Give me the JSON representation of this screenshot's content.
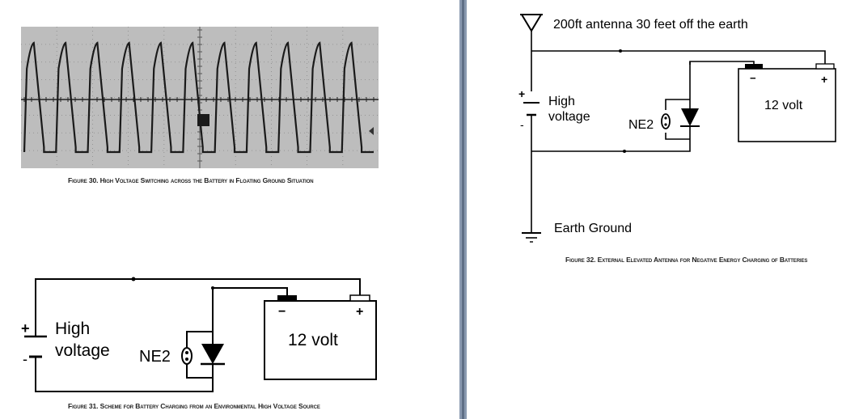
{
  "figure30": {
    "caption": "Figure 30. High Voltage Switching across the Battery in Floating Ground Situation",
    "cycles": 11
  },
  "figure31": {
    "caption": "Figure 31. Scheme for Battery Charging from an Environmental High Voltage Source",
    "source_label_line1": "High",
    "source_label_line2": "voltage",
    "plus_sign": "+",
    "minus_sign": "-",
    "ne2_label": "NE2",
    "battery_label": "12 volt",
    "battery_minus": "−",
    "battery_plus": "+"
  },
  "figure32": {
    "caption": "Figure 32. External Elevated Antenna for Negative Energy Charging of Batteries",
    "antenna_label": "200ft antenna 30 feet off the earth",
    "source_label_line1": "High",
    "source_label_line2": "voltage",
    "plus_sign": "+",
    "minus_sign": "-",
    "ne2_label": "NE2",
    "battery_label": "12 volt",
    "battery_minus": "−",
    "battery_plus": "+",
    "ground_label": "Earth Ground"
  },
  "colors": {
    "scope_bg": "#bdbdbd",
    "scope_trace": "#1a1a1a",
    "line": "#000000",
    "gutter": "#8a9ab0"
  }
}
